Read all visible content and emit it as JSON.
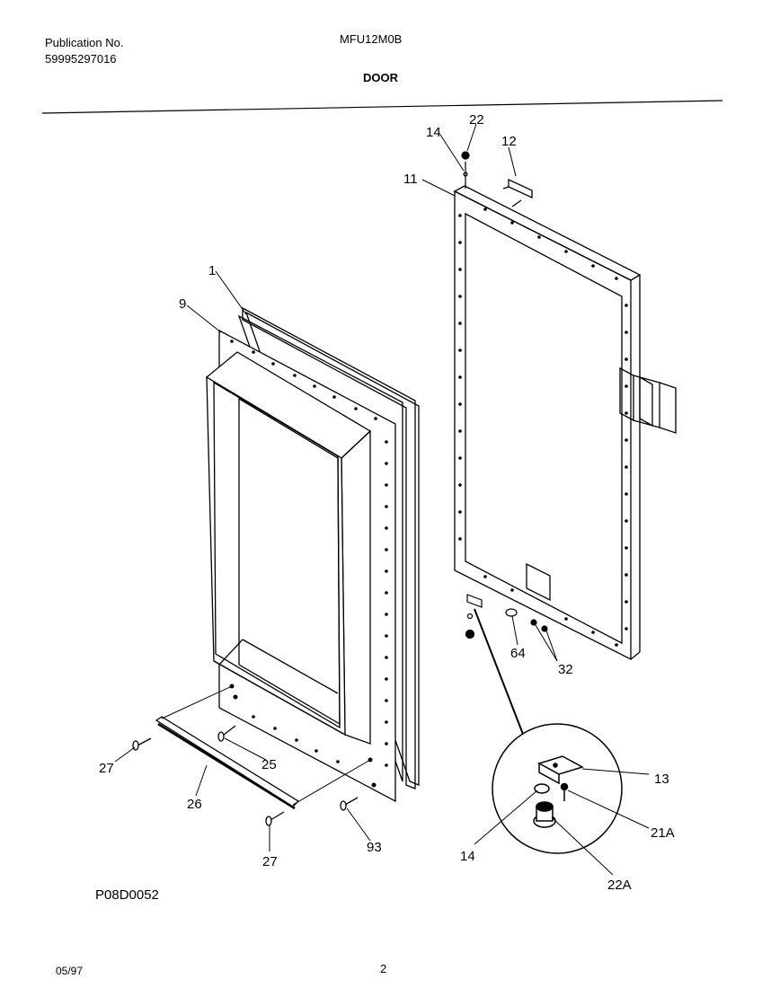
{
  "header": {
    "publication_label": "Publication No.",
    "publication_number": "59995297016",
    "model": "MFU12M0B",
    "section_title": "DOOR"
  },
  "footer": {
    "drawing_code": "P08D0052",
    "date": "05/97",
    "page_number": "2"
  },
  "callouts": {
    "c1": "1",
    "c9": "9",
    "c11": "11",
    "c12": "12",
    "c13": "13",
    "c14_top": "14",
    "c14_detail": "14",
    "c21a": "21A",
    "c22_top": "22",
    "c22a": "22A",
    "c25": "25",
    "c26": "26",
    "c27_left": "27",
    "c27_bottom": "27",
    "c32": "32",
    "c64": "64",
    "c93": "93"
  }
}
